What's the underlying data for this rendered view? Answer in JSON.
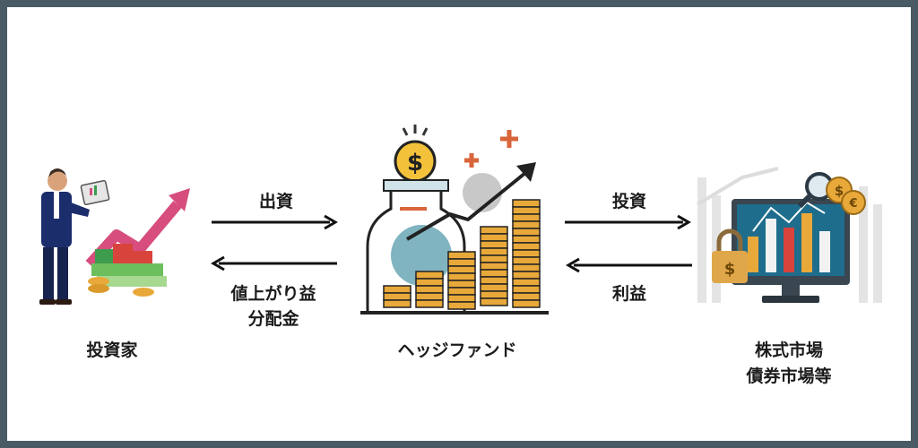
{
  "nodes": {
    "investor": {
      "label": "投資家"
    },
    "hedge_fund": {
      "label": "ヘッジファンド"
    },
    "markets": {
      "line1": "株式市場",
      "line2": "債券市場等"
    }
  },
  "arrows": {
    "capital": {
      "label": "出資"
    },
    "returns": {
      "line1": "値上がり益",
      "line2": "分配金"
    },
    "investment": {
      "label": "投資"
    },
    "profit": {
      "label": "利益"
    }
  },
  "icons": {
    "investor": "businessman-with-tablet-and-rising-arrow-icon",
    "hedge_fund": "coin-jar-with-growth-chart-icon",
    "markets": "monitor-with-bar-chart-and-coins-icon"
  },
  "colors": {
    "frame": "#4a5b66",
    "gold": "#e8a93a",
    "pink": "#d64d7e",
    "teal": "#7fb4c0",
    "orange": "#d9653b",
    "navy": "#1c2d6b"
  }
}
